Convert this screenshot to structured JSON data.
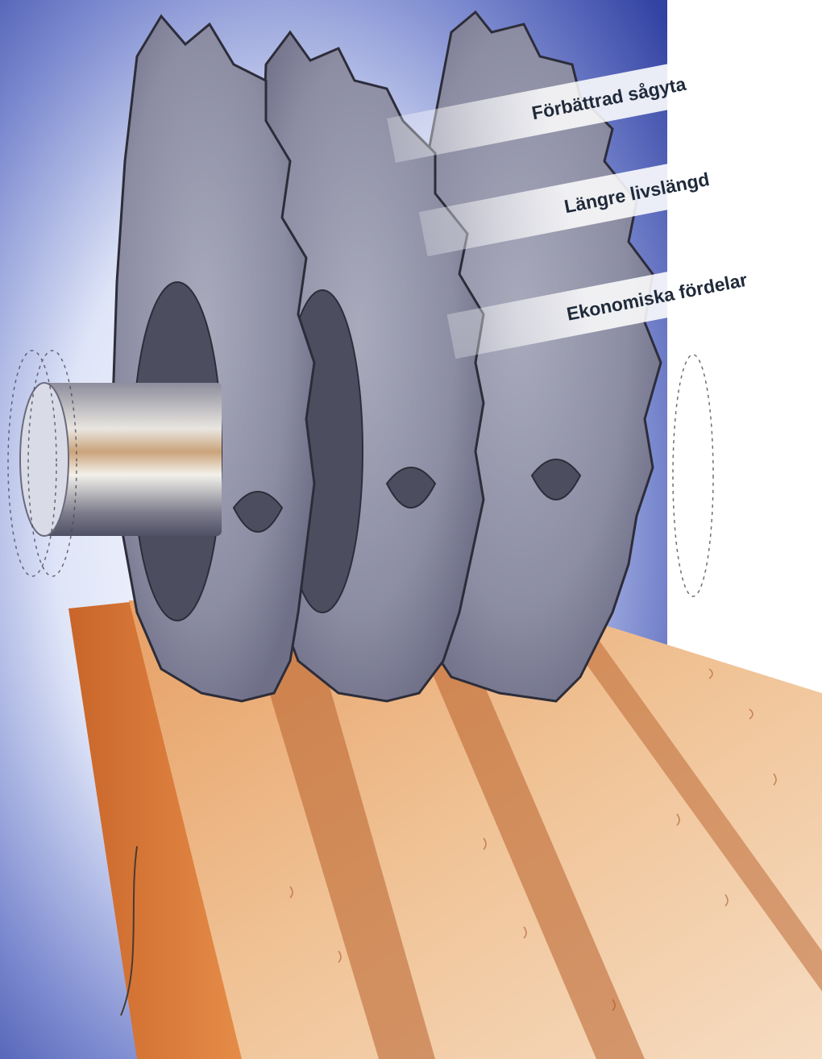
{
  "banners": [
    {
      "label": "Förbättrad sågyta"
    },
    {
      "label": "Längre livslängd"
    },
    {
      "label": "Ekonomiska fördelar"
    }
  ],
  "colors": {
    "background_blue": "#3c4fae",
    "background_white": "#ffffff",
    "blade_steel": "#8e8fa4",
    "blade_dark": "#4d4d60",
    "wood_orange": "#d97a36",
    "wood_light": "#eeb98a",
    "banner_white": "#ffffff",
    "banner_text": "#1f2a3a"
  }
}
